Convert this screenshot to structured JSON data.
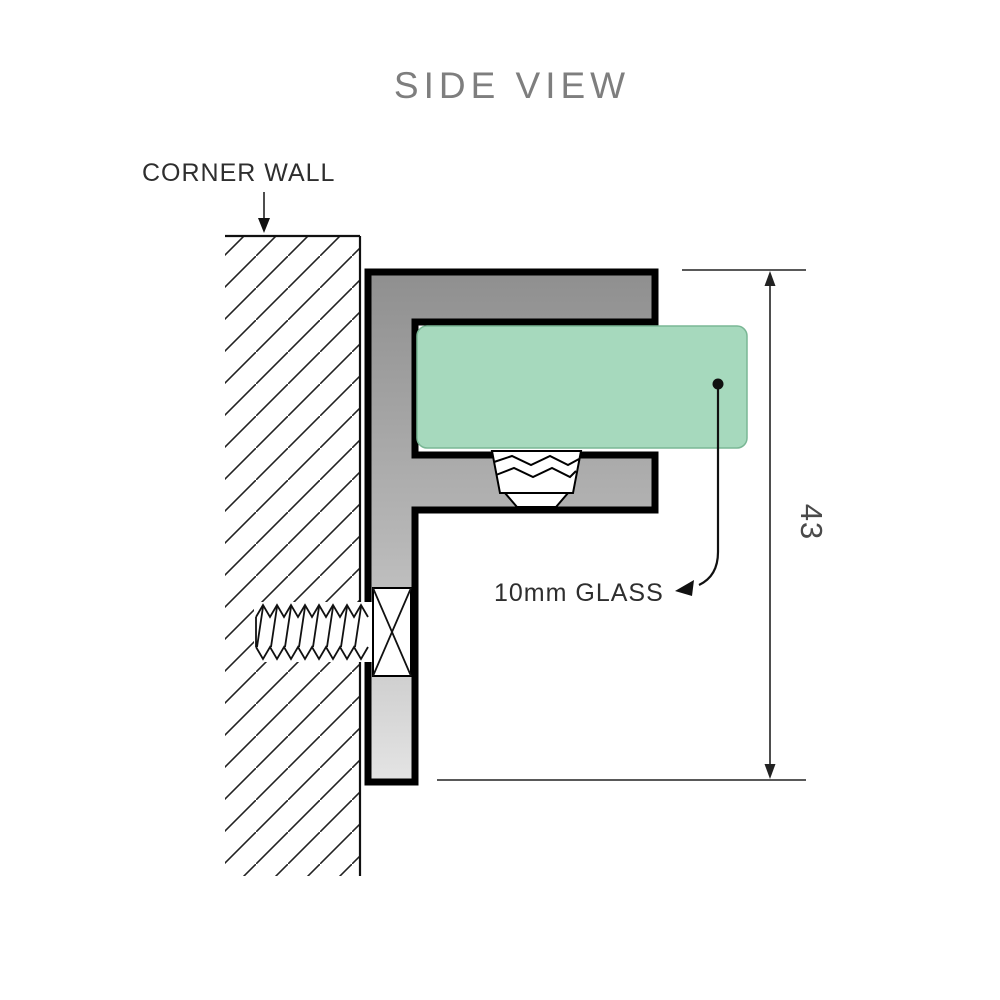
{
  "title": "SIDE VIEW",
  "labels": {
    "corner_wall": "CORNER WALL",
    "glass": "10mm GLASS",
    "dimension": "43"
  },
  "colors": {
    "glass_green": "#a6d9bd",
    "glass_edge": "#7ab795",
    "bracket_gray_dark": "#8f8f8f",
    "bracket_gray_light": "#e4e4e4",
    "outline_black": "#000000",
    "title_gray": "#7e7e7e",
    "label_dark": "#2e2e2e"
  }
}
